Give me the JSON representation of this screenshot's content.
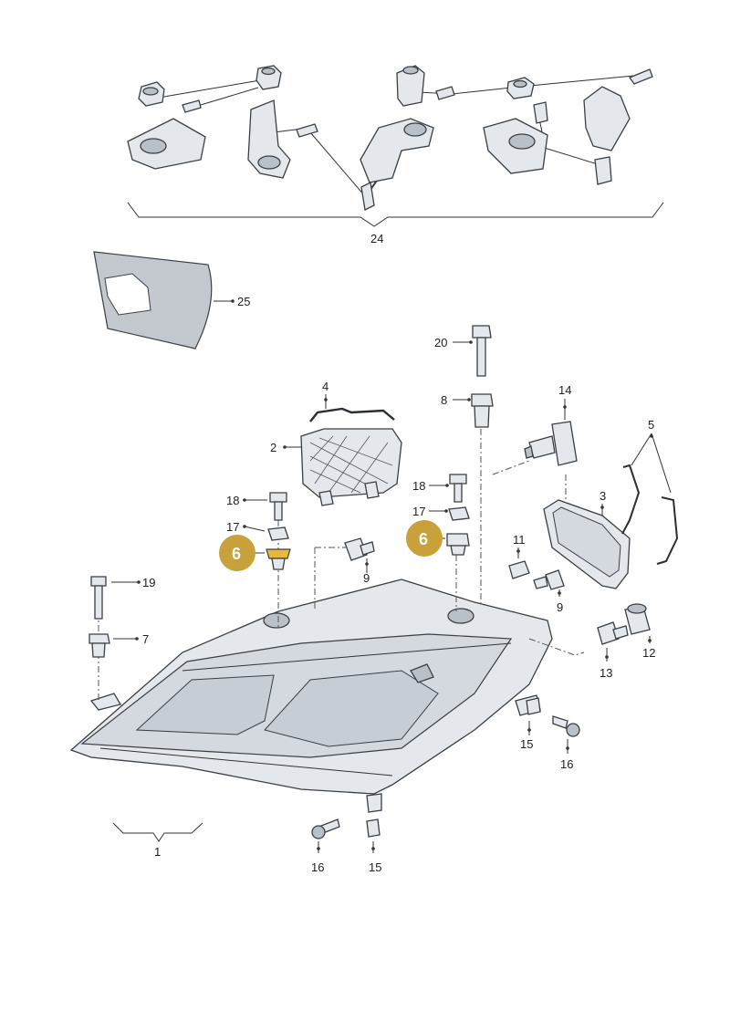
{
  "labels": {
    "p1": "1",
    "p2": "2",
    "p3": "3",
    "p4": "4",
    "p5": "5",
    "p6a": "6",
    "p6b": "6",
    "p7": "7",
    "p8": "8",
    "p9a": "9",
    "p9b": "9",
    "p11": "11",
    "p12": "12",
    "p13": "13",
    "p14": "14",
    "p15a": "15",
    "p15b": "15",
    "p16a": "16",
    "p16b": "16",
    "p17a": "17",
    "p17b": "17",
    "p18a": "18",
    "p18b": "18",
    "p19": "19",
    "p20": "20",
    "p24": "24",
    "p25": "25"
  },
  "colors": {
    "callout": "#c8a13a",
    "line": "#333333",
    "part_fill": "#e4e8ec",
    "part_dark": "#b9c0c7",
    "decal": "#c2c8ce"
  }
}
